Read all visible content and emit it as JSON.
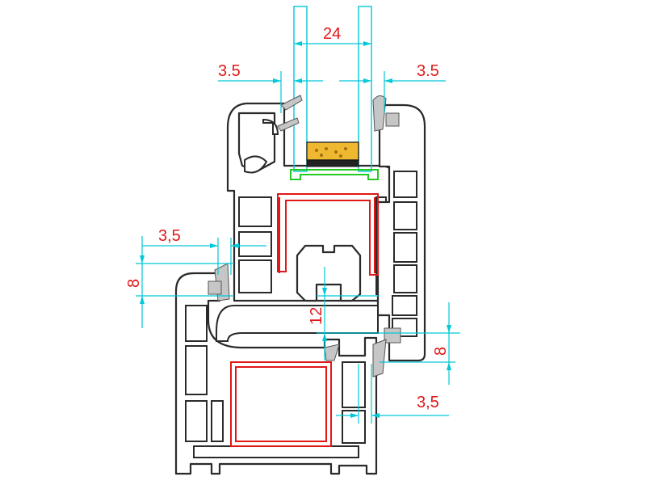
{
  "dimensions": {
    "glass_gap": "24",
    "rebate_left": "3.5",
    "rebate_right": "3.5",
    "sash_gap": "3,5",
    "overlap_left": "8",
    "rebate_height": "12",
    "overlap_right": "8",
    "bottom_gap": "3,5"
  },
  "colors": {
    "dimension_text": "#e01818",
    "dimension_line": "#00c8d8",
    "profile_outline": "#2a2a2a",
    "steel_reinforcement": "#e01818",
    "glazing_bead_clip": "#22cc22",
    "spacer_desiccant": "#f0b830",
    "gasket": "#c6c6c6"
  }
}
